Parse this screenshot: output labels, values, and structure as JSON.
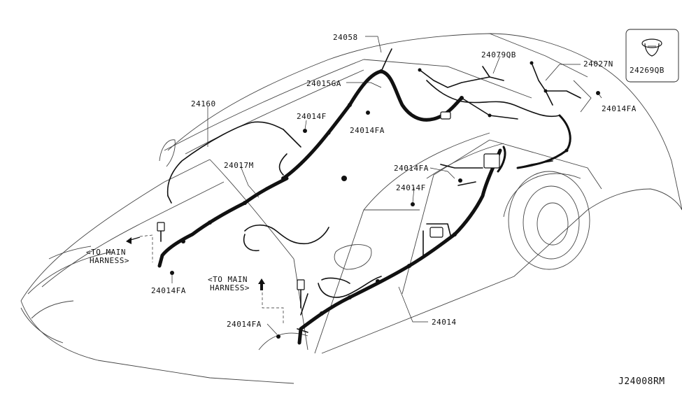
{
  "diagram": {
    "figure_code": "J24008RM",
    "part_labels": {
      "p24058": "24058",
      "p24079QB": "24079QB",
      "p24027N": "24027N",
      "p24269QB": "24269QB",
      "p24015GA": "24015GA",
      "p24014FA_rear": "24014FA",
      "p24160": "24160",
      "p24014F_top": "24014F",
      "p24014FA_mid": "24014FA",
      "p24017M": "24017M",
      "p24014FA_right": "24014FA",
      "p24014F_right": "24014F",
      "p24014FA_left": "24014FA",
      "p24014": "24014",
      "p24014FA_bottom": "24014FA"
    },
    "notes": {
      "to_main_left_1": "<TO MAIN",
      "to_main_left_2": "HARNESS>",
      "to_main_center_1": "<TO MAIN",
      "to_main_center_2": "HARNESS>"
    }
  }
}
